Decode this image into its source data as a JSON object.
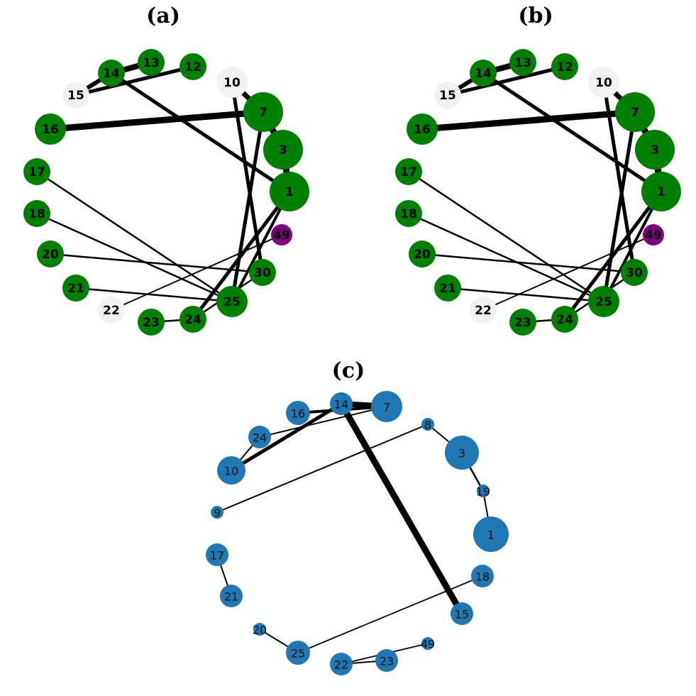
{
  "figure": {
    "colors": {
      "green": "#008000",
      "white": "#f2f2f2",
      "purple": "#800080",
      "blue": "#1f77b4",
      "edge": "#000000"
    },
    "panels": [
      {
        "id": "a",
        "title": "(a)",
        "nodes": [
          {
            "id": "1",
            "color": "green",
            "size": "large"
          },
          {
            "id": "3",
            "color": "green",
            "size": "large"
          },
          {
            "id": "7",
            "color": "green",
            "size": "large"
          },
          {
            "id": "10",
            "color": "white",
            "size": "medium"
          },
          {
            "id": "12",
            "color": "green",
            "size": "small"
          },
          {
            "id": "13",
            "color": "green",
            "size": "small"
          },
          {
            "id": "14",
            "color": "green",
            "size": "small"
          },
          {
            "id": "15",
            "color": "white",
            "size": "small"
          },
          {
            "id": "16",
            "color": "green",
            "size": "medium"
          },
          {
            "id": "17",
            "color": "green",
            "size": "small"
          },
          {
            "id": "18",
            "color": "green",
            "size": "small"
          },
          {
            "id": "20",
            "color": "green",
            "size": "small"
          },
          {
            "id": "21",
            "color": "green",
            "size": "small"
          },
          {
            "id": "22",
            "color": "white",
            "size": "small"
          },
          {
            "id": "23",
            "color": "green",
            "size": "small"
          },
          {
            "id": "24",
            "color": "green",
            "size": "small"
          },
          {
            "id": "25",
            "color": "green",
            "size": "medium"
          },
          {
            "id": "30",
            "color": "green",
            "size": "small"
          },
          {
            "id": "49",
            "color": "purple",
            "size": "tiny"
          }
        ],
        "edges": [
          {
            "source": "16",
            "target": "7",
            "weight": 9
          },
          {
            "source": "14",
            "target": "13",
            "weight": 8
          },
          {
            "source": "14",
            "target": "15",
            "weight": 6
          },
          {
            "source": "15",
            "target": "12",
            "weight": 5
          },
          {
            "source": "14",
            "target": "1",
            "weight": 5
          },
          {
            "source": "10",
            "target": "7",
            "weight": 7
          },
          {
            "source": "7",
            "target": "3",
            "weight": 9
          },
          {
            "source": "3",
            "target": "1",
            "weight": 9
          },
          {
            "source": "10",
            "target": "30",
            "weight": 5
          },
          {
            "source": "7",
            "target": "25",
            "weight": 5
          },
          {
            "source": "1",
            "target": "24",
            "weight": 5
          },
          {
            "source": "1",
            "target": "25",
            "weight": 4
          },
          {
            "source": "17",
            "target": "25",
            "weight": 2.5
          },
          {
            "source": "18",
            "target": "25",
            "weight": 2.5
          },
          {
            "source": "20",
            "target": "30",
            "weight": 2.5
          },
          {
            "source": "21",
            "target": "25",
            "weight": 2.5
          },
          {
            "source": "22",
            "target": "49",
            "weight": 2
          },
          {
            "source": "23",
            "target": "24",
            "weight": 2.5
          },
          {
            "source": "24",
            "target": "30",
            "weight": 2.5
          }
        ]
      },
      {
        "id": "b",
        "title": "(b)",
        "nodes": [
          {
            "id": "1",
            "color": "green",
            "size": "large"
          },
          {
            "id": "3",
            "color": "green",
            "size": "large"
          },
          {
            "id": "7",
            "color": "green",
            "size": "large"
          },
          {
            "id": "10",
            "color": "white",
            "size": "medium"
          },
          {
            "id": "12",
            "color": "green",
            "size": "small"
          },
          {
            "id": "13",
            "color": "green",
            "size": "small"
          },
          {
            "id": "14",
            "color": "green",
            "size": "small"
          },
          {
            "id": "15",
            "color": "white",
            "size": "small"
          },
          {
            "id": "16",
            "color": "green",
            "size": "medium"
          },
          {
            "id": "17",
            "color": "green",
            "size": "small"
          },
          {
            "id": "18",
            "color": "green",
            "size": "small"
          },
          {
            "id": "20",
            "color": "green",
            "size": "small"
          },
          {
            "id": "21",
            "color": "green",
            "size": "small"
          },
          {
            "id": "22",
            "color": "white",
            "size": "small"
          },
          {
            "id": "23",
            "color": "green",
            "size": "small"
          },
          {
            "id": "24",
            "color": "green",
            "size": "small"
          },
          {
            "id": "25",
            "color": "green",
            "size": "medium"
          },
          {
            "id": "30",
            "color": "green",
            "size": "small"
          },
          {
            "id": "49",
            "color": "purple",
            "size": "tiny"
          }
        ],
        "edges": [
          {
            "source": "16",
            "target": "7",
            "weight": 9
          },
          {
            "source": "14",
            "target": "13",
            "weight": 8
          },
          {
            "source": "14",
            "target": "15",
            "weight": 6
          },
          {
            "source": "15",
            "target": "12",
            "weight": 5
          },
          {
            "source": "14",
            "target": "1",
            "weight": 5
          },
          {
            "source": "10",
            "target": "7",
            "weight": 7
          },
          {
            "source": "7",
            "target": "3",
            "weight": 9
          },
          {
            "source": "3",
            "target": "1",
            "weight": 9
          },
          {
            "source": "10",
            "target": "30",
            "weight": 5
          },
          {
            "source": "7",
            "target": "25",
            "weight": 5
          },
          {
            "source": "1",
            "target": "24",
            "weight": 5
          },
          {
            "source": "1",
            "target": "25",
            "weight": 4
          },
          {
            "source": "17",
            "target": "25",
            "weight": 2.5
          },
          {
            "source": "18",
            "target": "25",
            "weight": 2.5
          },
          {
            "source": "20",
            "target": "30",
            "weight": 2.5
          },
          {
            "source": "21",
            "target": "25",
            "weight": 2.5
          },
          {
            "source": "22",
            "target": "49",
            "weight": 2
          },
          {
            "source": "23",
            "target": "24",
            "weight": 2.5
          },
          {
            "source": "24",
            "target": "30",
            "weight": 2.5
          }
        ]
      },
      {
        "id": "c",
        "title": "(c)",
        "nodes": [
          {
            "id": "1",
            "color": "blue",
            "size": "large"
          },
          {
            "id": "3",
            "color": "blue",
            "size": "medium"
          },
          {
            "id": "7",
            "color": "blue",
            "size": "medium"
          },
          {
            "id": "8",
            "color": "blue",
            "size": "tiny"
          },
          {
            "id": "9",
            "color": "blue",
            "size": "tiny"
          },
          {
            "id": "10",
            "color": "blue",
            "size": "medium"
          },
          {
            "id": "14",
            "color": "blue",
            "size": "small"
          },
          {
            "id": "15",
            "color": "blue",
            "size": "small"
          },
          {
            "id": "16",
            "color": "blue",
            "size": "small"
          },
          {
            "id": "17",
            "color": "blue",
            "size": "small"
          },
          {
            "id": "18",
            "color": "blue",
            "size": "small"
          },
          {
            "id": "19",
            "color": "blue",
            "size": "tiny"
          },
          {
            "id": "20",
            "color": "blue",
            "size": "tiny"
          },
          {
            "id": "21",
            "color": "blue",
            "size": "small"
          },
          {
            "id": "22",
            "color": "blue",
            "size": "small"
          },
          {
            "id": "23",
            "color": "blue",
            "size": "small"
          },
          {
            "id": "24",
            "color": "blue",
            "size": "small"
          },
          {
            "id": "25",
            "color": "blue",
            "size": "small"
          },
          {
            "id": "49",
            "color": "blue",
            "size": "tiny"
          }
        ],
        "edges": [
          {
            "source": "14",
            "target": "15",
            "weight": 9
          },
          {
            "source": "14",
            "target": "7",
            "weight": 8
          },
          {
            "source": "16",
            "target": "7",
            "weight": 4
          },
          {
            "source": "10",
            "target": "14",
            "weight": 5
          },
          {
            "source": "24",
            "target": "7",
            "weight": 2
          },
          {
            "source": "24",
            "target": "10",
            "weight": 2
          },
          {
            "source": "9",
            "target": "8",
            "weight": 2
          },
          {
            "source": "8",
            "target": "3",
            "weight": 2
          },
          {
            "source": "3",
            "target": "19",
            "weight": 2.5
          },
          {
            "source": "19",
            "target": "1",
            "weight": 2
          },
          {
            "source": "17",
            "target": "21",
            "weight": 2
          },
          {
            "source": "20",
            "target": "25",
            "weight": 2
          },
          {
            "source": "25",
            "target": "18",
            "weight": 1.8
          },
          {
            "source": "22",
            "target": "23",
            "weight": 2
          },
          {
            "source": "22",
            "target": "49",
            "weight": 1.8
          }
        ]
      }
    ]
  }
}
